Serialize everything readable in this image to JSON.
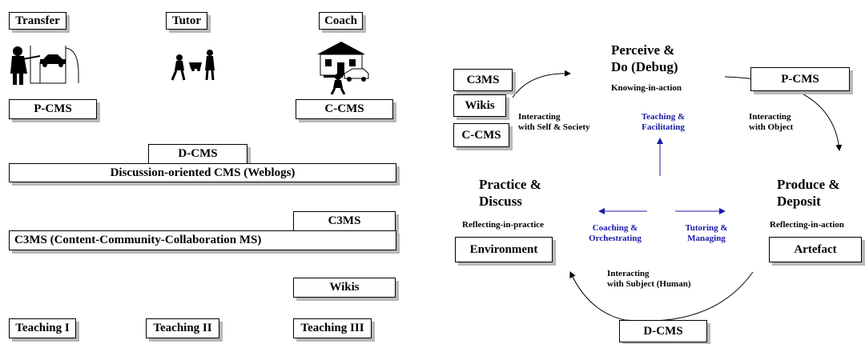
{
  "left": {
    "headers": {
      "transfer": "Transfer",
      "tutor": "Tutor",
      "coach": "Coach"
    },
    "pcms": "P-CMS",
    "ccms": "C-CMS",
    "dcms": "D-CMS",
    "discussion_bar": "Discussion-oriented CMS (Weblogs)",
    "c3ms": "C3MS",
    "c3ms_bar": "C3MS (Content-Community-Collaboration MS)",
    "wikis": "Wikis",
    "teaching": [
      "Teaching I",
      "Teaching II",
      "Teaching III"
    ]
  },
  "right": {
    "stack": [
      "C3MS",
      "Wikis",
      "C-CMS"
    ],
    "pcms": "P-CMS",
    "dcms": "D-CMS",
    "environment": "Environment",
    "artefact": "Artefact",
    "perceive": [
      "Perceive &",
      "Do  (Debug)"
    ],
    "knowing": "Knowing-in-action",
    "teaching_fac": [
      "Teaching &",
      "Facilitating"
    ],
    "int_self": [
      "Interacting",
      "with Self & Society"
    ],
    "int_object": [
      "Interacting",
      "with Object"
    ],
    "practice": [
      "Practice &",
      "Discuss"
    ],
    "reflect_practice": "Reflecting-in-practice",
    "produce": [
      "Produce &",
      "Deposit"
    ],
    "reflect_action": "Reflecting-in-action",
    "coaching": [
      "Coaching &",
      "Orchestrating"
    ],
    "tutoring": [
      "Tutoring &",
      "Managing"
    ],
    "int_subject": [
      "Interacting",
      "with Subject (Human)"
    ]
  },
  "colors": {
    "blue_text": "#1a1aa8",
    "shadow": "#b8b8b8"
  }
}
